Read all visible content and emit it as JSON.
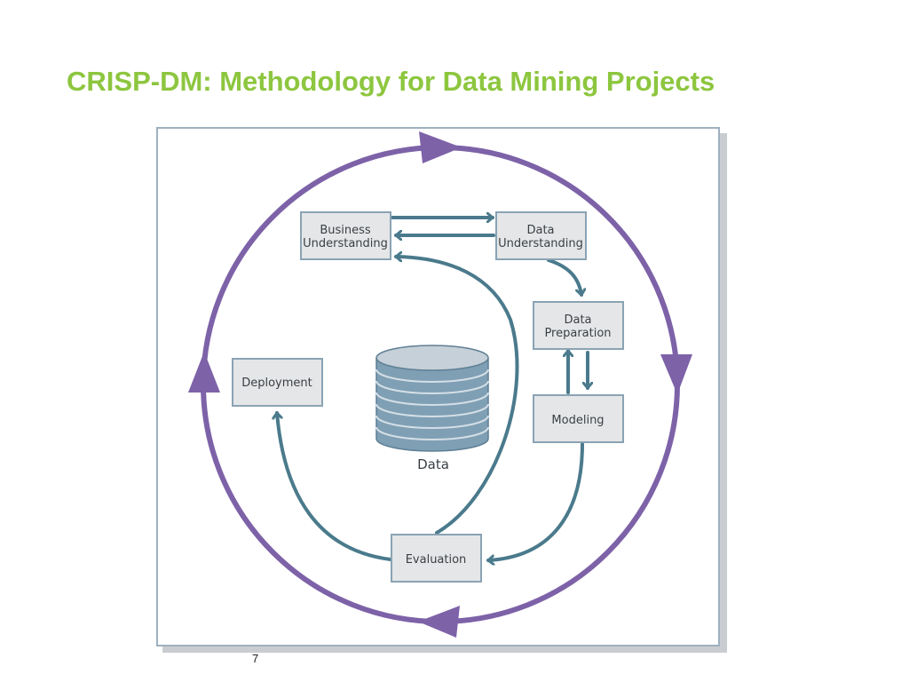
{
  "slide": {
    "title": "CRISP-DM: Methodology for Data Mining Projects",
    "page_number": "7"
  },
  "diagram": {
    "phases": {
      "business_understanding": [
        "Business",
        "Understanding"
      ],
      "data_understanding": [
        "Data",
        "Understanding"
      ],
      "data_preparation": [
        "Data",
        "Preparation"
      ],
      "modeling": [
        "Modeling"
      ],
      "evaluation": [
        "Evaluation"
      ],
      "deployment": [
        "Deployment"
      ]
    },
    "data_store_label": "Data",
    "colors": {
      "title": "#8dc63f",
      "outer_cycle": "#7d62a8",
      "inner_arrows": "#4a7a8c",
      "box_fill": "#e5e6e8",
      "box_border": "#8aa3b4",
      "cylinder": "#7f9fb4"
    }
  }
}
